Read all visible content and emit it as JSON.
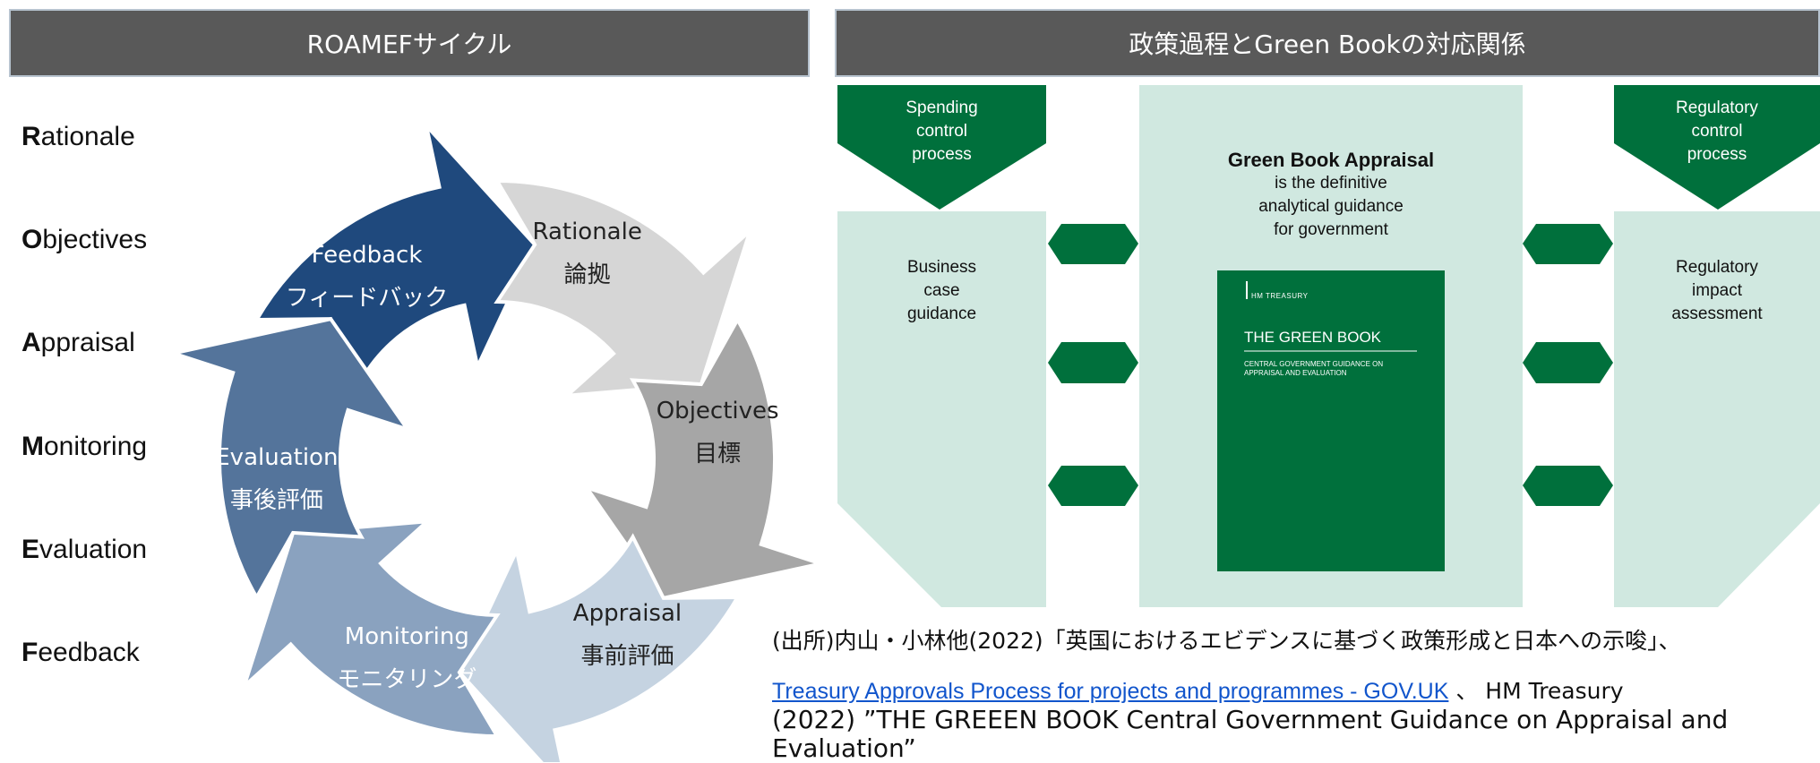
{
  "left_panel": {
    "title": "ROAMEFサイクル",
    "acronym": [
      {
        "first": "R",
        "rest": "ationale"
      },
      {
        "first": "O",
        "rest": "bjectives"
      },
      {
        "first": "A",
        "rest": "ppraisal"
      },
      {
        "first": "M",
        "rest": "onitoring"
      },
      {
        "first": "E",
        "rest": "valuation"
      },
      {
        "first": "F",
        "rest": "eedback"
      }
    ],
    "cycle": [
      {
        "en": "Feedback",
        "ja": "フィードバック",
        "color": "#1f497d"
      },
      {
        "en": "Rationale",
        "ja": "論拠",
        "color": "#d6d6d6"
      },
      {
        "en": "Objectives",
        "ja": "目標",
        "color": "#a6a6a6"
      },
      {
        "en": "Appraisal",
        "ja": "事前評価",
        "color": "#c5d3e1"
      },
      {
        "en": "Monitoring",
        "ja": "モニタリング",
        "color": "#8aa2bf"
      },
      {
        "en": "Evaluation",
        "ja": "事後評価",
        "color": "#54749b"
      }
    ]
  },
  "right_panel": {
    "title": "政策過程とGreen Bookの対応関係",
    "left_arrow": {
      "head": [
        "Spending",
        "control",
        "process"
      ],
      "body": [
        "Business",
        "case",
        "guidance"
      ]
    },
    "center": {
      "title": "Green Book Appraisal",
      "lines": [
        "is the definitive",
        "analytical guidance",
        "for government"
      ]
    },
    "right_arrow": {
      "head": [
        "Regulatory",
        "control",
        "process"
      ],
      "body": [
        "Regulatory",
        "impact",
        "assessment"
      ]
    },
    "book": {
      "publisher": "HM TREASURY",
      "title": "THE GREEN BOOK",
      "subtitle": "CENTRAL GOVERNMENT GUIDANCE ON APPRAISAL AND EVALUATION"
    },
    "colors": {
      "dark_green": "#00703c",
      "light_green": "#d0e8e0"
    }
  },
  "source": {
    "line1": "(出所)内山・小林他(2022)「英国におけるエビデンスに基づく政策形成と日本への示唆」、",
    "link": "Treasury Approvals Process for projects and programmes - GOV.UK",
    "after_link": " 、 HM Treasury",
    "line3": "(2022) ”THE GREEEN BOOK Central Government Guidance on Appraisal and",
    "line4": "Evaluation”"
  }
}
